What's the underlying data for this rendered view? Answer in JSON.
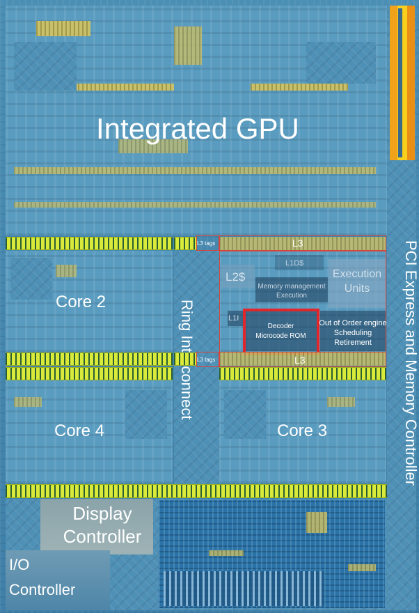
{
  "gpu": {
    "label": "Integrated GPU"
  },
  "cores": {
    "core2": "Core 2",
    "core4": "Core 4",
    "core3": "Core 3"
  },
  "ring": {
    "label": "Ring Interconnect"
  },
  "pci": {
    "label": "PCI Express and Memory Controller"
  },
  "display": {
    "label": "Display Controller"
  },
  "io": {
    "line1": "I/O",
    "line2": "Controller"
  },
  "core_detail": {
    "l3_top": "L3",
    "l3_bottom": "L3",
    "l3_tags_top": "L3 tags",
    "l3_tags_bottom": "L3 tags",
    "l1ds": "L1D$",
    "l2": "L2$",
    "l1i": "L1I",
    "memory_management": "Memory management",
    "execution_small": "Execution",
    "execution_units_line1": "Execution",
    "execution_units_line2": "Units",
    "decoder": "Decoder",
    "microcode_rom": "Microcode ROM",
    "ooo_line1": "Out of Order engine",
    "ooo_line2": "Scheduling",
    "ooo_line3": "Retirement"
  },
  "colors": {
    "highlight": "#e3262b",
    "region_outline": "#d9453a",
    "cache_stripe": "#d9ea3b"
  }
}
